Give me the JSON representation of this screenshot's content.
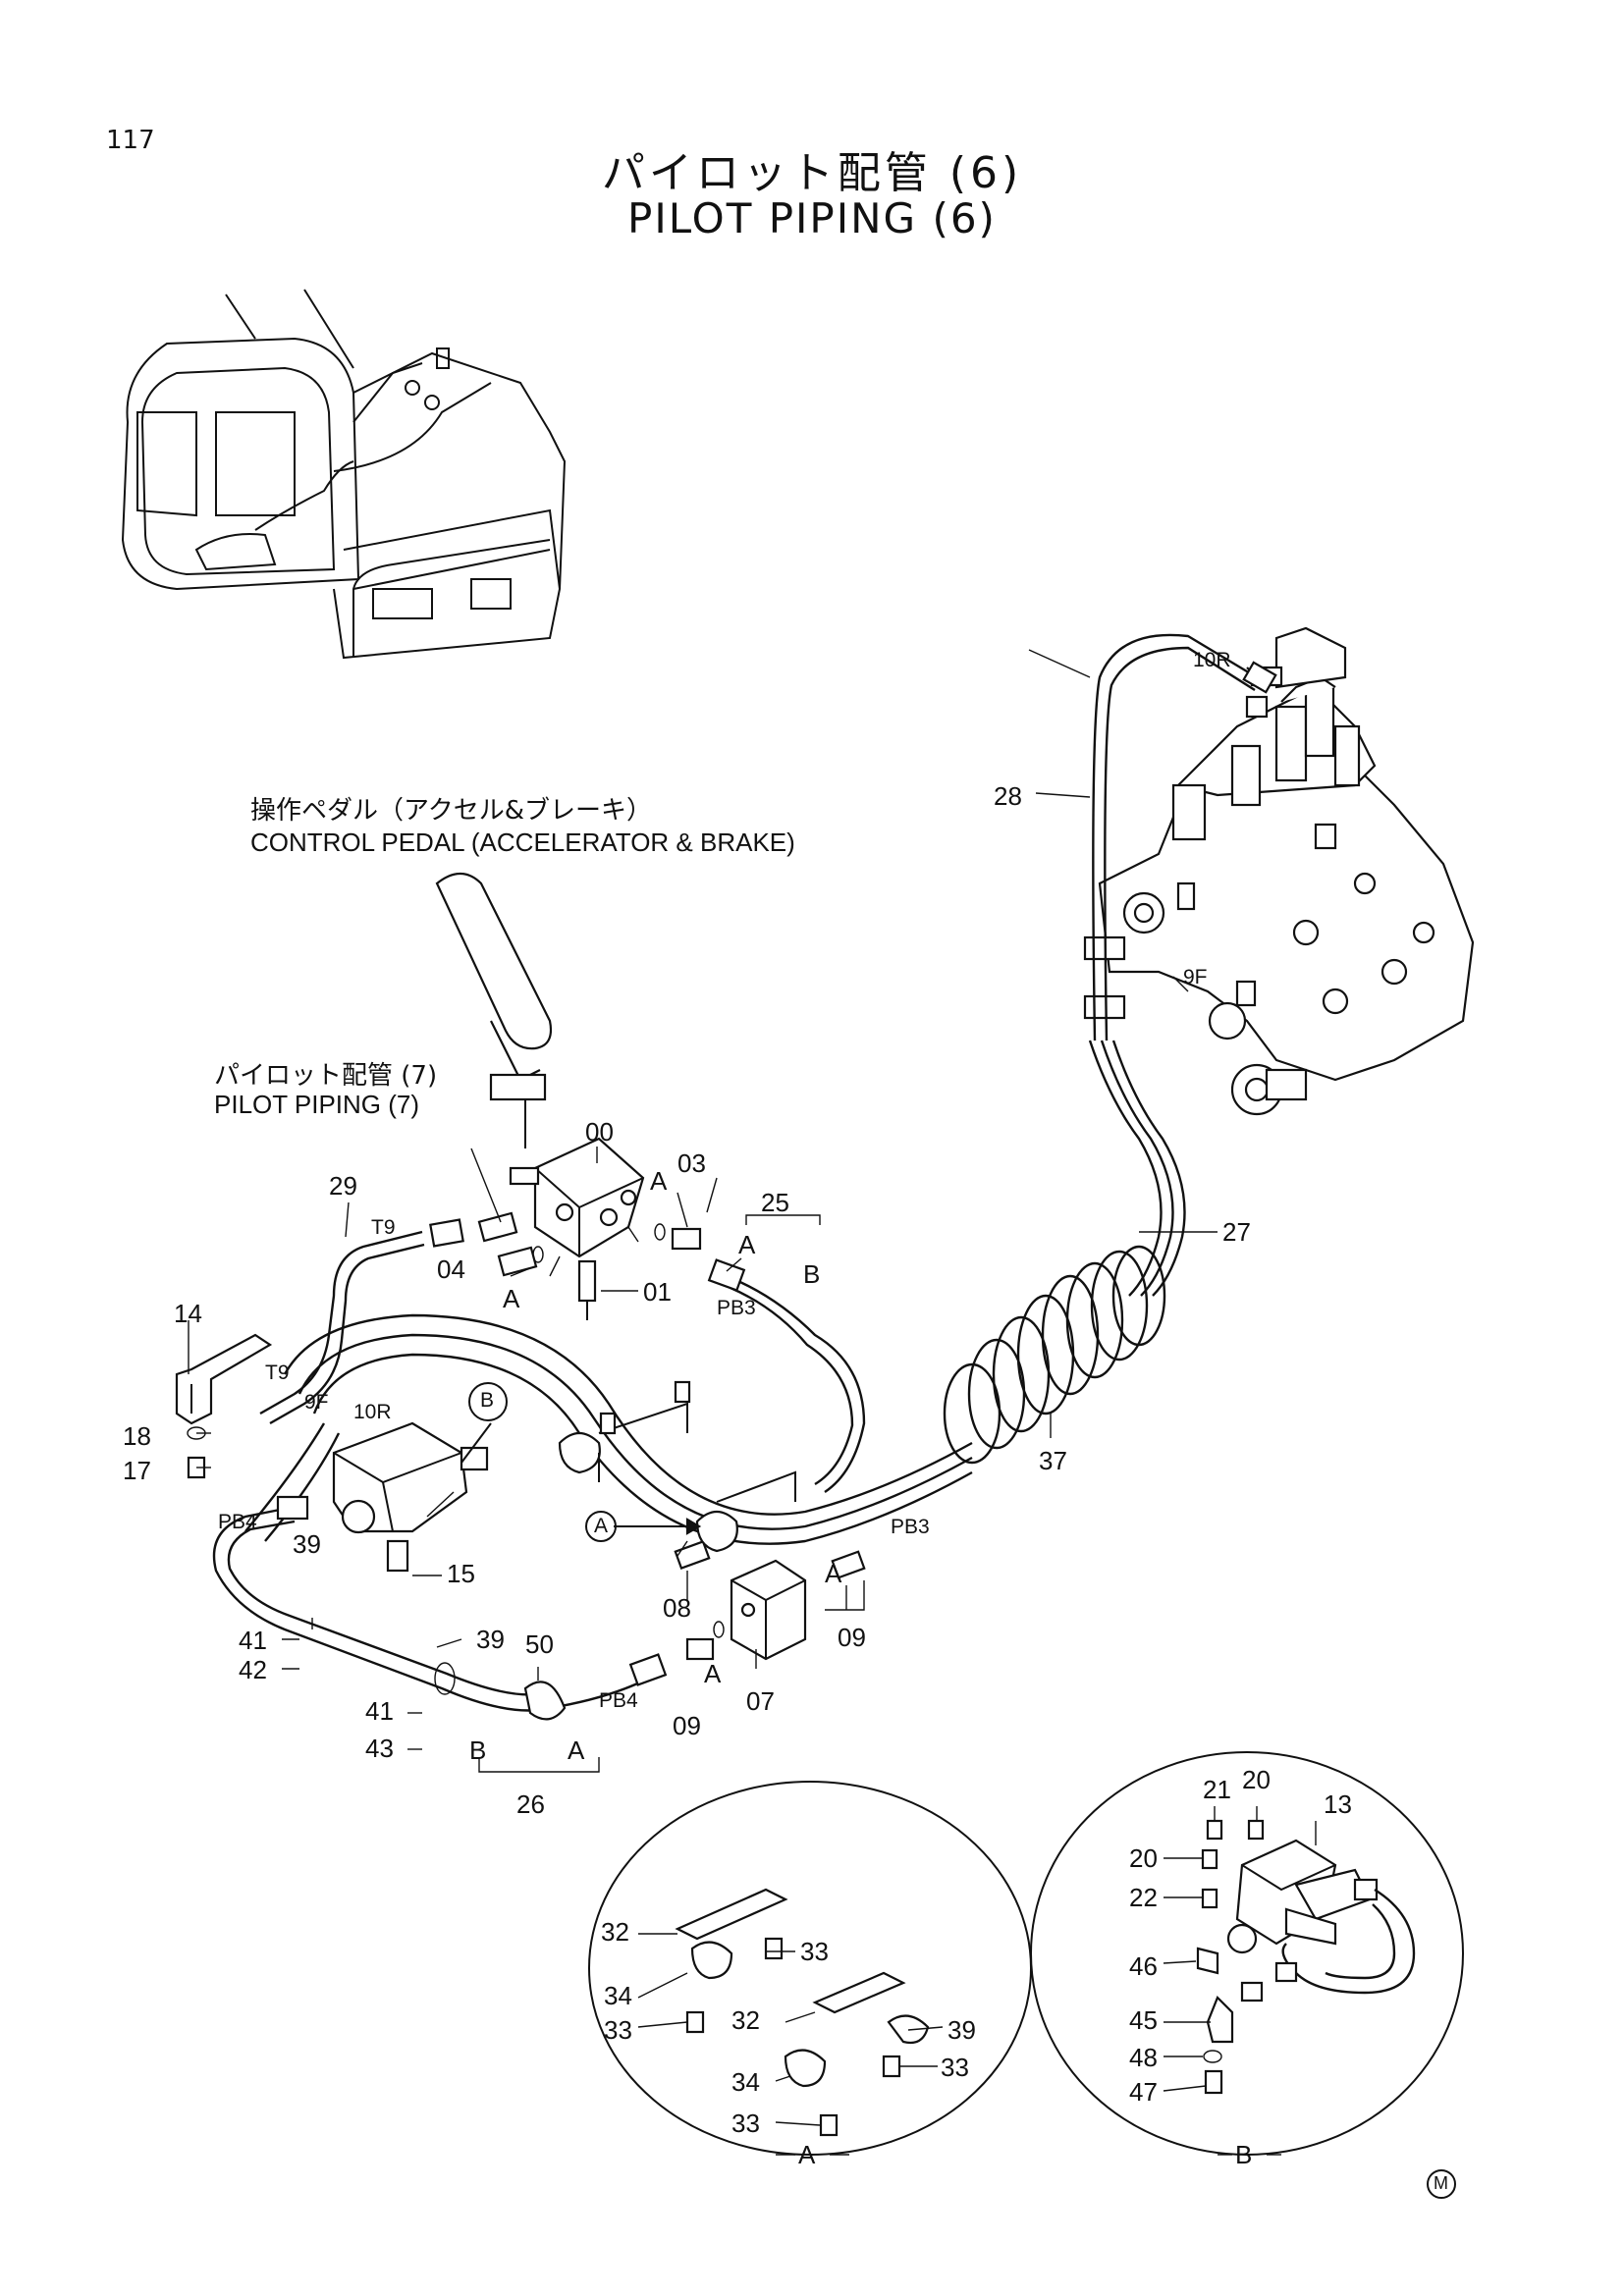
{
  "page": {
    "number": "117",
    "title_jp": "パイロット配管 (6)",
    "title_en": "PILOT PIPING (6)"
  },
  "captions": {
    "pedal_jp": "操作ペダル（アクセル&ブレーキ）",
    "pedal_en": "CONTROL PEDAL (ACCELERATOR & BRAKE)",
    "pilot7_jp": "パイロット配管 (7)",
    "pilot7_en": "PILOT PIPING (7)"
  },
  "callouts": {
    "p00": "00",
    "p01": "01",
    "p03": "03",
    "p04": "04",
    "p07": "07",
    "p08": "08",
    "p09a": "09",
    "p09b": "09",
    "p13": "13",
    "p14": "14",
    "p15": "15",
    "p17": "17",
    "p18": "18",
    "p20a": "20",
    "p20b": "20",
    "p21": "21",
    "p22": "22",
    "p25": "25",
    "p26": "26",
    "p27": "27",
    "p28": "28",
    "p29": "29",
    "p32a": "32",
    "p32b": "32",
    "p33a": "33",
    "p33b": "33",
    "p33c": "33",
    "p33d": "33",
    "p34a": "34",
    "p34b": "34",
    "p37": "37",
    "p39a": "39",
    "p39b": "39",
    "p39c": "39",
    "p41a": "41",
    "p41b": "41",
    "p42": "42",
    "p43": "43",
    "p45": "45",
    "p46": "46",
    "p47": "47",
    "p48": "48",
    "p50": "50"
  },
  "port_labels": {
    "t9a": "T9",
    "t9b": "T9",
    "f9a": "9F",
    "f9b": "9F",
    "r10a": "10R",
    "r10b": "10R",
    "pb3a": "PB3",
    "pb3b": "PB3",
    "pb4a": "PB4",
    "pb4b": "PB4"
  },
  "markers": {
    "a1": "A",
    "a2": "A",
    "a3": "A",
    "a4": "A",
    "a5": "A",
    "a6": "A",
    "b1": "B",
    "b2": "B",
    "circle_a": "A",
    "circle_b": "B",
    "detail_a": "A",
    "detail_b": "B"
  },
  "corner_mark": "M"
}
